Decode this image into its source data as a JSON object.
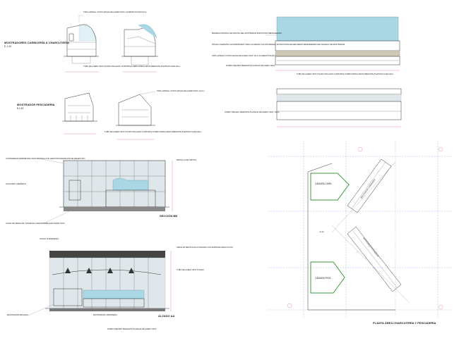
{
  "sections": {
    "carniceria_title": "MOSTRADORES CARNICERÍA & CHARCUTERÍA",
    "carniceria_scale": "E: 1:20",
    "pescaderia_title": "MOSTRADOR PESCADERÍA",
    "pescaderia_scale": "E:1:20",
    "seccion": "SECCIÓN BB",
    "alzado": "ALZADO AA",
    "planta": "PLANTA ÁREA CHARCUTERÍA Y PESCADERÍA"
  },
  "notes": {
    "n1": "TAPA LATERAL CON PLANCHA DE ACERO INOX. ACABADO PULIDO 8mm",
    "n2": "TUBO DE ACERO INOX PULIDO ANCLADO A SOPORTE FORRO MODULADOR MEDIANTE PLETINAS CADA 40cm",
    "n3": "TAPA LATERAL CON PLANCHA DE ACERO INOX. 10mm",
    "n4": "TUBO DE ACERO INOX PULIDO ANCLADO A SOPORTE FORRO MODULADOR MEDIANTE PLETINAS CADA 40cm",
    "n5": "BANDEJA FRONTAL DE CRISTAL DEL MOSTRADOR EXPOSITOR REFRIGERADO",
    "n6": "ZÓCALO CERÁMICO ACOMPAÑANDO VINILO ACABADO COLOR MADERA. ESTRUCTURA DE REFUERZO DEPENDIENDO DEL MODELO DE MOSTRADOR",
    "n7": "TAPA LATERAL CON PLANCHA DE ACERO INOX. 8mm ACABADO PULIDO",
    "n8": "FORRO PEGADO MEDIANTE PLANCHA DE ACERO INOX.",
    "n9": "TUBO DE ACERO INOX PULIDO ANCLADO A SOPORTE FORRO MODULADOR MEDIANTE PLETINAS CADA 40cm",
    "n10": "FORRO PEGADO MEDIANTE PLANCHA DE ACERO INOX. 10mm",
    "n11": "CONTENEDOR PERIMETRAL PARA BANDEJA CON LEDS PROGRAMACIÓN DE RECEPCIÓN",
    "n12": "ALICATADO CERÁMICO",
    "n13": "CANAL DE DESAGÜE CON REJILLA REGISTRABLE DE ACERO INOX",
    "n14": "PANTALLA DE CRISTAL",
    "n15": "MOSTRADOR PESCADO",
    "n16": "MOSTRADOR CARNICERÍA",
    "n17": "FORRO PEGADO MEDIANTE PLANCHA DE ACERO INOX.",
    "n18": "VARILLAS METÁLICAS A FORJADO CON ENTRADA PARA FOCOS",
    "n19": "TUBO DE ACERO INOX PULIDO",
    "n20": "TECHO SUSPENDIDO"
  },
  "plan_labels": {
    "camara_carn": "CÁMARA CARN",
    "camara_pesc": "CÁMARA PESC",
    "mostrador_carn": "MOSTRADOR CARNICERÍA",
    "mostrador_pesc": "MOSTRADOR PESCADERÍA",
    "level": "+0.10"
  },
  "colors": {
    "glass": "#a9d7e4",
    "dimension": "#dd4455",
    "grid": "#6a8fd8",
    "walls_green": "#3c9a3c"
  }
}
